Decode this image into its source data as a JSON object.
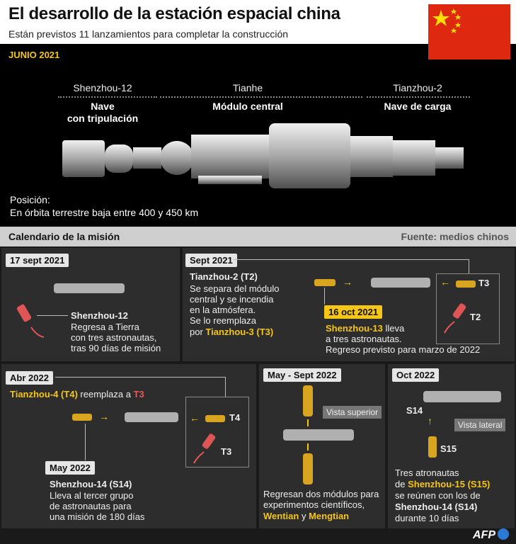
{
  "header": {
    "title": "El desarrollo de la estación espacial china",
    "subtitle": "Están previstos 11 lanzamientos para completar la construcción"
  },
  "hero": {
    "date": "JUNIO 2021",
    "modules": [
      {
        "name": "Shenzhou-12",
        "desc1": "Nave",
        "desc2": "con tripulación"
      },
      {
        "name": "Tianhe",
        "desc1": "Módulo central",
        "desc2": ""
      },
      {
        "name": "Tianzhou-2",
        "desc1": "Nave de carga",
        "desc2": ""
      }
    ],
    "position_label": "Posición:",
    "position_value": "En órbita terrestre baja entre 400 y 450 km"
  },
  "calendar": {
    "title": "Calendario de la misión",
    "source": "Fuente: medios chinos"
  },
  "panels": {
    "p1": {
      "date": "17 sept 2021",
      "name": "Shenzhou-12",
      "lines": [
        "Regresa a Tierra",
        "con tres astronautas,",
        "tras 90 días de misión"
      ]
    },
    "p2": {
      "date": "Sept 2021",
      "name": "Tianzhou-2 (T2)",
      "lines": [
        "Se separa del módulo",
        "central y se incendia",
        "en la atmósfera."
      ],
      "line4": "Se lo reemplaza",
      "por": "por ",
      "replacement": "Tianzhou-3 (T3)",
      "t3": "T3",
      "t2": "T2",
      "date2": "16 oct 2021",
      "name2": "Shenzhou-13",
      "name2_suffix": " lleva",
      "lines2": [
        "a tres astronautas.",
        "Regreso previsto para marzo de 2022"
      ]
    },
    "p3": {
      "date": "Abr 2022",
      "t4_name": "Tianzhou-4 (T4)",
      "mid": " reemplaza a ",
      "t3_name": "T3",
      "t4": "T4",
      "t3": "T3",
      "date2": "May 2022",
      "s14_name": "Shenzhou-14 (S14)",
      "lines": [
        "Lleva al tercer grupo",
        "de astronautas para",
        "una misión de 180 días"
      ]
    },
    "p4": {
      "date": "May - Sept 2022",
      "view": "Vista superior",
      "lines": [
        "Regresan dos módulos para",
        "experimentos científicos,"
      ],
      "m1": "Wentian",
      "y": " y ",
      "m2": "Mengtian"
    },
    "p5": {
      "date": "Oct 2022",
      "s14": "S14",
      "s15": "S15",
      "view": "Vista lateral",
      "line1": "Tres atronautas",
      "de": "de ",
      "s15_name": "Shenzhou-15 (S15)",
      "line3": "se reúnen con los de",
      "s14_name": "Shenzhou-14 (S14)",
      "line5": "durante 10 días"
    }
  },
  "credit": "AFP",
  "colors": {
    "accent_yellow": "#f5c518",
    "accent_red": "#e8555a",
    "flag_red": "#de2910",
    "panel": "#2d2d2d"
  }
}
